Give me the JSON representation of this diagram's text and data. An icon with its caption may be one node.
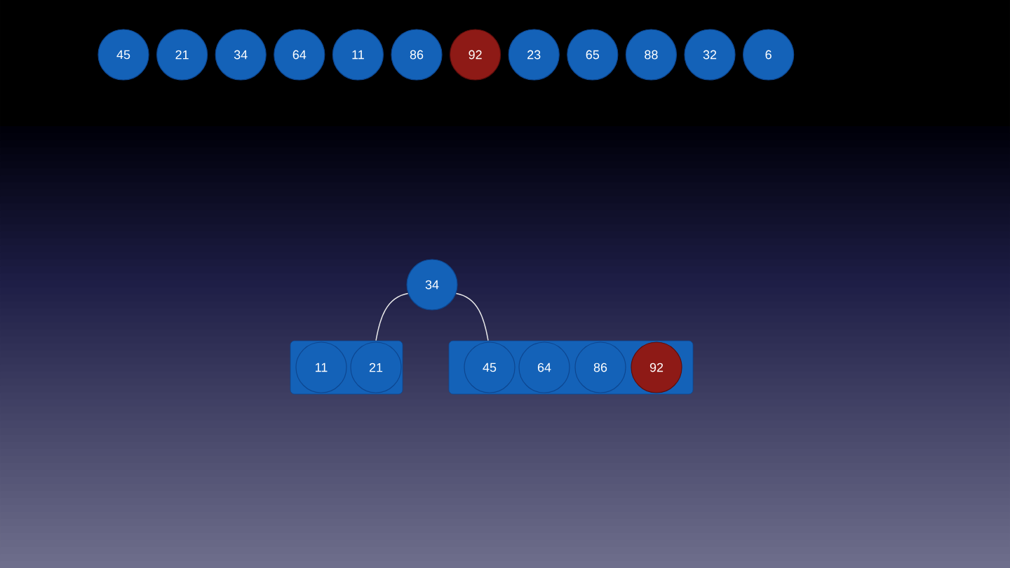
{
  "diagram": {
    "nodes": [
      {
        "text": [
          "45"
        ]
      },
      {
        "text": [
          "21"
        ]
      },
      {
        "text": [
          "34"
        ]
      },
      {
        "text": [
          "64"
        ]
      },
      {
        "text": [
          "11"
        ]
      },
      {
        "text": [
          "86"
        ]
      },
      {
        "text": [
          "92"
        ]
      },
      {
        "text": [
          "23"
        ]
      },
      {
        "text": [
          "65"
        ]
      },
      {
        "text": [
          "88"
        ]
      },
      {
        "text": [
          "32"
        ]
      },
      {
        "text": [
          "6"
        ]
      },
      {
        "text": [
          "34"
        ]
      },
      {
        "text": [],
        "shape": "box"
      },
      {
        "text": [
          "11"
        ],
        "in": 13
      },
      {
        "text": [
          "21"
        ],
        "in": 13
      },
      {
        "text": [],
        "shape": "box"
      },
      {
        "text": [
          "45"
        ],
        "in": 16
      },
      {
        "text": [
          "64"
        ],
        "in": 16
      },
      {
        "text": [
          "86"
        ],
        "in": 16
      },
      {
        "text": [
          "92"
        ],
        "in": 16
      }
    ],
    "edges": [
      {
        "from": 12,
        "to": 13,
        "arrow": "none"
      },
      {
        "from": 12,
        "to": 16,
        "arrow": "none"
      }
    ]
  }
}
